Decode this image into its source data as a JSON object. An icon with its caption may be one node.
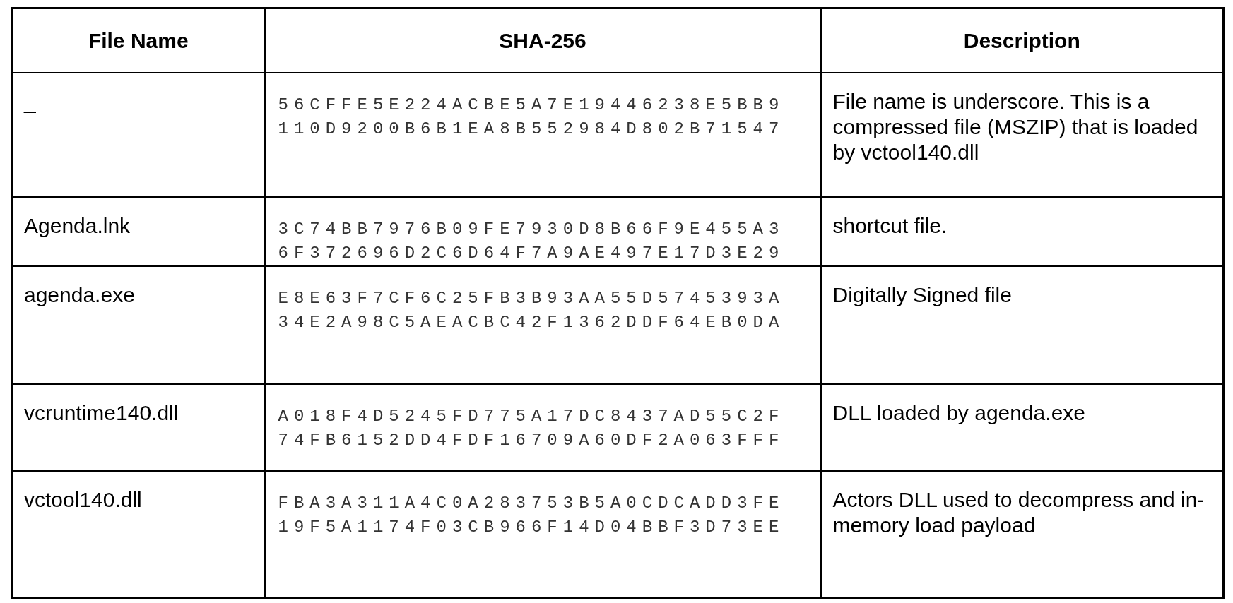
{
  "diagram": {
    "labels": [
      "File Name",
      "SHA-256",
      "Description",
      "_",
      "56CFFE5E224ACBE5A7E19446238E5BB9110D9200B6B1EA8B552984D802B71547",
      "File name is underscore. This is a compressed file (MSZIP) that is loaded by vctool140.dll",
      "Agenda.lnk",
      "3C74BB7976B09FE7930D8B66F9E455A36F372696D2C6D64F7A9AE497E17D3E29",
      "shortcut file.",
      "agenda.exe",
      "E8E63F7CF6C25FB3B93AA55D5745393A34E2A98C5AEACBC42F1362DDF64EB0DA",
      "Digitally Signed file",
      "vcruntime140.dll",
      "A018F4D5245FD775A17DC8437AD55C2F74FB6152DD4FDF16709A60DF2A063FFF",
      "DLL loaded by agenda.exe",
      "vctool140.dll",
      "FBA3A311A4C0A283753B5A0CDCADD3FE19F5A1174F03CB966F14D04BBF3D73EE",
      "Actors DLL used to decompress and in-memory load payload"
    ]
  }
}
